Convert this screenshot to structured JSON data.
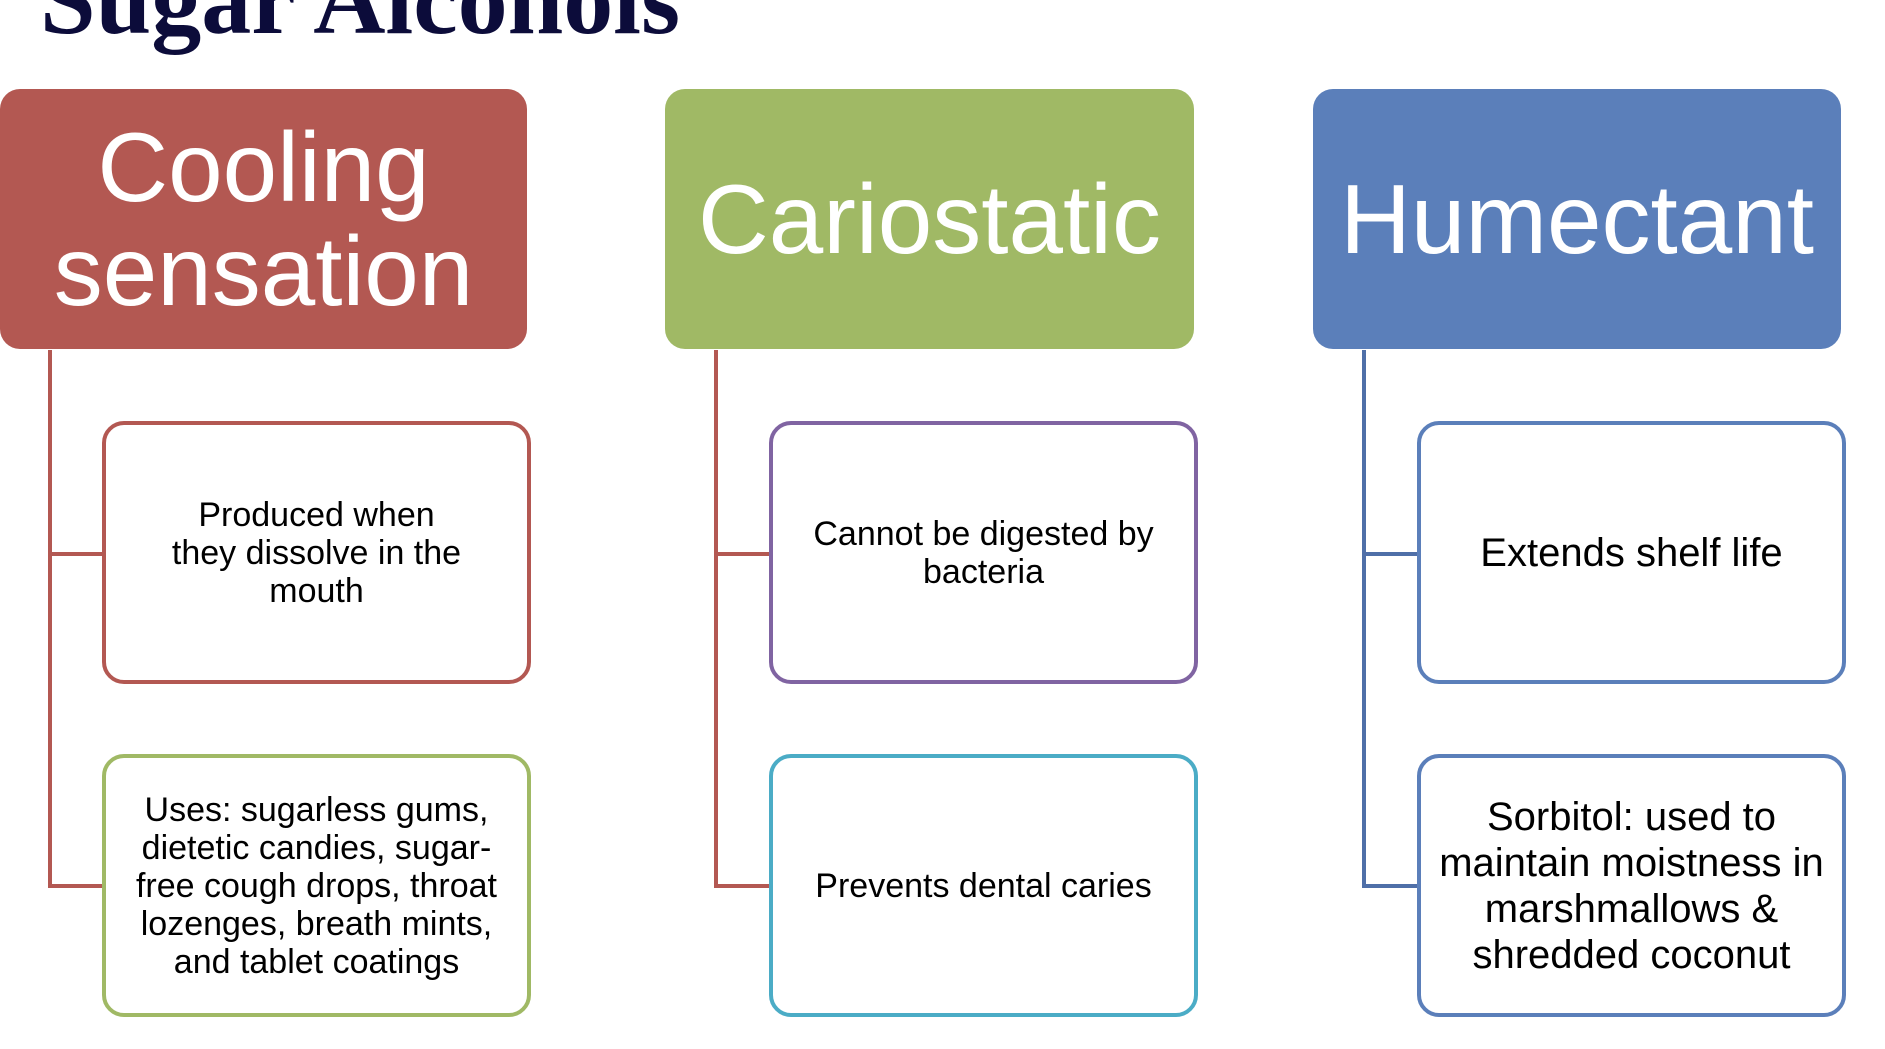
{
  "title": "Sugar Alcohols",
  "colors": {
    "red": "#b35852",
    "green": "#a0b965",
    "blue": "#5b7fba",
    "purple": "#8064a2",
    "teal": "#4bacc6"
  },
  "columns": [
    {
      "heading": "Cooling sensation",
      "items": [
        "Produced when they dissolve in the mouth",
        "Uses: sugarless gums, dietetic candies, sugar-free cough drops, throat lozenges, breath mints, and tablet coatings"
      ]
    },
    {
      "heading": "Cariostatic",
      "items": [
        "Cannot be digested by bacteria",
        "Prevents dental caries"
      ]
    },
    {
      "heading": "Humectant",
      "items": [
        "Extends shelf life",
        "Sorbitol: used to maintain moistness in marshmallows & shredded coconut"
      ]
    }
  ]
}
